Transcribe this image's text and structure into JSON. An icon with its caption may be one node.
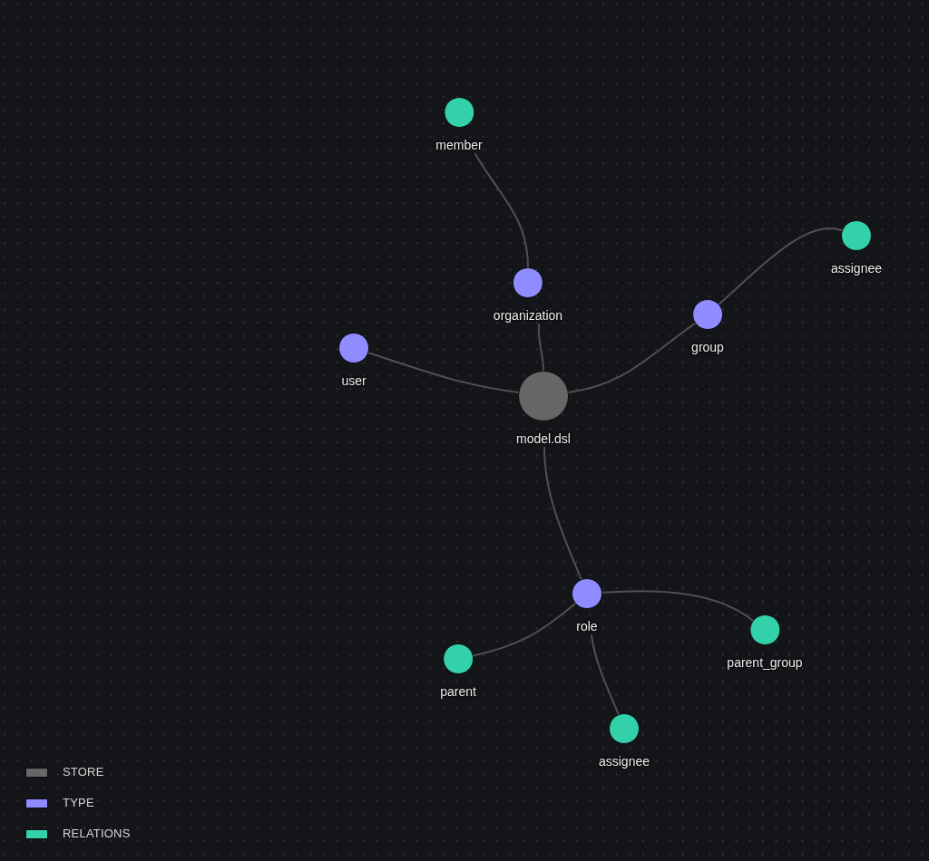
{
  "diagram": {
    "nodes": [
      {
        "text": [
          "member"
        ]
      },
      {
        "text": [
          "assignee"
        ]
      },
      {
        "text": [
          "organization"
        ]
      },
      {
        "text": [
          "group"
        ]
      },
      {
        "text": [
          "user"
        ]
      },
      {
        "text": [
          "model.dsl"
        ]
      },
      {
        "text": [
          "role"
        ]
      },
      {
        "text": [
          "parent_group"
        ]
      },
      {
        "text": [
          "parent"
        ]
      },
      {
        "text": [
          "assignee"
        ]
      }
    ],
    "edges": [
      {
        "from": 5,
        "to": 2,
        "arrow": "none"
      },
      {
        "from": 2,
        "to": 0,
        "arrow": "none"
      },
      {
        "from": 5,
        "to": 4,
        "arrow": "none"
      },
      {
        "from": 5,
        "to": 3,
        "arrow": "none"
      },
      {
        "from": 3,
        "to": 1,
        "arrow": "none"
      },
      {
        "from": 5,
        "to": 6,
        "arrow": "none"
      },
      {
        "from": 6,
        "to": 8,
        "arrow": "none"
      },
      {
        "from": 6,
        "to": 7,
        "arrow": "none"
      },
      {
        "from": 6,
        "to": 9,
        "arrow": "none"
      }
    ],
    "legend": [
      {
        "text": "STORE",
        "color": "#666666"
      },
      {
        "text": "TYPE",
        "color": "#8f8cff"
      },
      {
        "text": "RELATIONS",
        "color": "#33d1a9"
      }
    ]
  }
}
